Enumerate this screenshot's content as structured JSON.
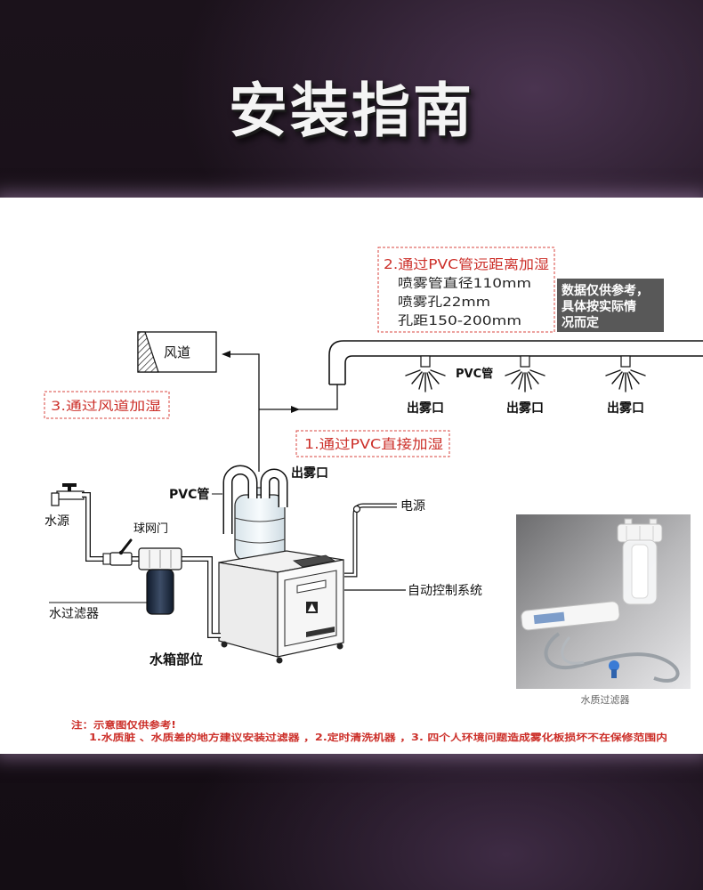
{
  "title": "安装指南",
  "colors": {
    "accent_red": "#cc2f29",
    "dark_background": "#150e15",
    "note_box_gray": "#585858",
    "panel": "#ffffff"
  },
  "methods": {
    "remote_pvc": {
      "heading": "2.通过PVC管远距离加湿",
      "specs": [
        "喷雾管直径110mm",
        "喷雾孔22mm",
        "孔距150-200mm"
      ]
    },
    "air_duct": "3.通过风道加湿",
    "direct_pvc": "1.通过PVC直接加湿"
  },
  "reference_note": [
    "数据仅供参考，",
    "具体按实际情",
    "况而定"
  ],
  "labels": {
    "air_duct": "风道",
    "pvc_pipe_main": "PVC管",
    "machine_outlet": "出雾口",
    "machine_pvc_pipe": "PVC管",
    "power": "电源",
    "water_source": "水源",
    "ball_valve": "球网门",
    "water_filter": "水过滤器",
    "auto_control": "自动控制系统",
    "water_tank": "水箱部位"
  },
  "nozzle_labels": [
    "出雾口",
    "出雾口",
    "出雾口"
  ],
  "filter_photo": {
    "caption": "水质过滤器"
  },
  "notes": {
    "heading": "注：示意图仅供参考!",
    "body": "1.水质脏 、水质差的地方建议安装过滤器 ，2.定时清洗机器 ，3. 四个人环境问题造成雾化板损坏不在保修范围内"
  }
}
